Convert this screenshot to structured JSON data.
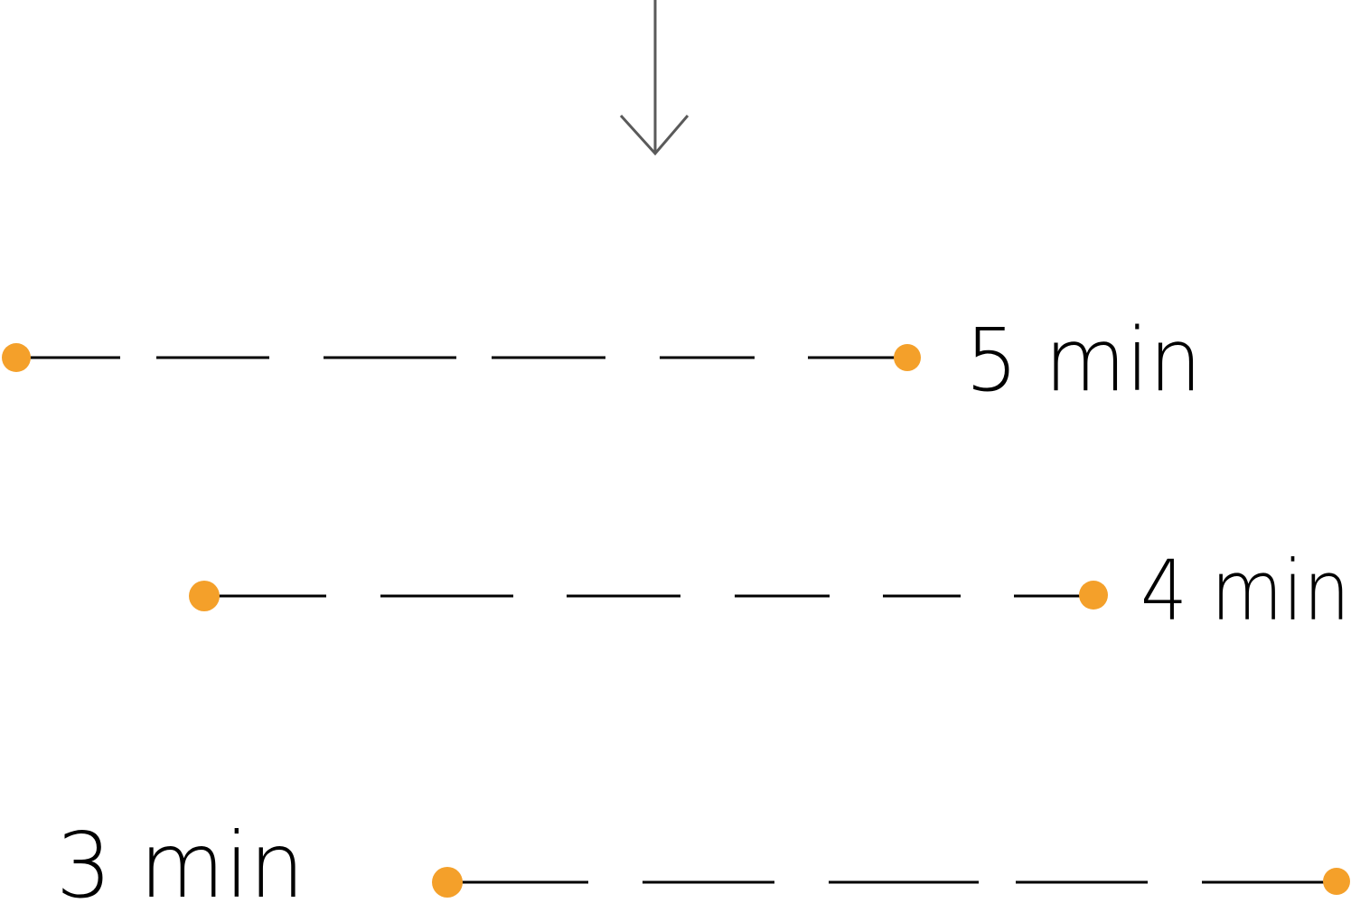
{
  "diagram": {
    "colors": {
      "dot": "#f4a02a",
      "line": "#000000",
      "arrow": "#5a5a5a"
    },
    "arrow": {
      "icon": "down-arrow-icon"
    },
    "rows": [
      {
        "label": "5 min"
      },
      {
        "label": "4 min"
      },
      {
        "label": "3 min"
      }
    ]
  }
}
